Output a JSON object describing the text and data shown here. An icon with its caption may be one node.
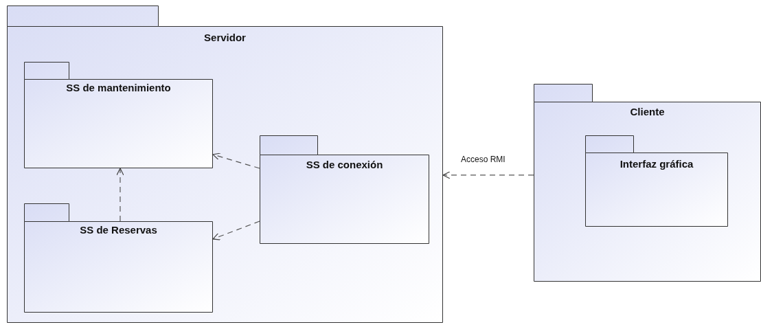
{
  "diagram": {
    "nodes": [
      {
        "text": [
          "Servidor"
        ]
      },
      {
        "text": [
          "SS de mantenimiento"
        ],
        "in": 0
      },
      {
        "text": [
          "SS de Reservas"
        ],
        "in": 0
      },
      {
        "text": [
          "SS de conexión"
        ],
        "in": 0
      },
      {
        "text": [
          "Cliente"
        ]
      },
      {
        "text": [
          "Interfaz gráfica"
        ],
        "in": 4
      }
    ],
    "edges": [
      {
        "from": 3,
        "to": 1,
        "arrow": "to",
        "style": "dashed"
      },
      {
        "from": 3,
        "to": 2,
        "arrow": "to",
        "style": "dashed"
      },
      {
        "from": 2,
        "to": 1,
        "arrow": "to",
        "style": "dashed"
      },
      {
        "from": 4,
        "to": 0,
        "arrow": "to",
        "style": "dashed",
        "label": "Acceso RMI"
      }
    ]
  }
}
